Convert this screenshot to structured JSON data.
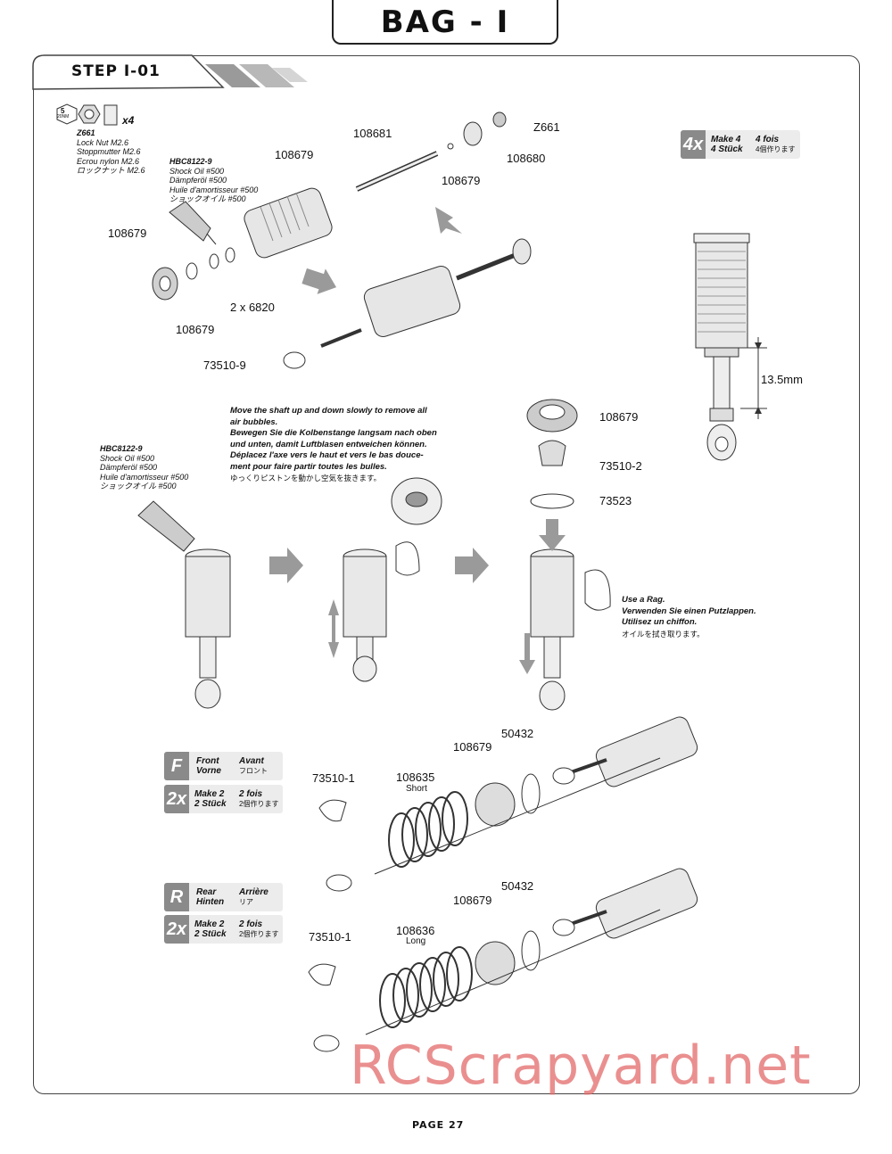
{
  "header": {
    "bag_title": "BAG - I",
    "step_title": "STEP I-01"
  },
  "hardware": {
    "nut_icon_label": "5",
    "nut_icon_sublabel": "20NM",
    "qty": "x4",
    "part": "Z661",
    "lines": [
      "Lock Nut M2.6",
      "Stoppmutter M2.6",
      "Ecrou nylon M2.6",
      "ロックナット M2.6"
    ]
  },
  "oil_top": {
    "part": "HBC8122-9",
    "lines": [
      "Shock Oil #500",
      "Dämpferöl #500",
      "Huile d'amortisseur #500",
      "ショックオイル #500"
    ]
  },
  "oil_mid": {
    "part": "HBC8122-9",
    "lines": [
      "Shock Oil #500",
      "Dämpferöl #500",
      "Huile d'amortisseur #500",
      "ショックオイル #500"
    ]
  },
  "make4": {
    "qty": "4x",
    "l1a": "Make 4",
    "l1b": "4 fois",
    "l2a": "4 Stück",
    "l2b": "4個作ります"
  },
  "front_badge": {
    "letter": "F",
    "l1a": "Front",
    "l1b": "Avant",
    "l2a": "Vorne",
    "l2b": "フロント"
  },
  "front_make": {
    "qty": "2x",
    "l1a": "Make 2",
    "l1b": "2 fois",
    "l2a": "2 Stück",
    "l2b": "2個作ります"
  },
  "rear_badge": {
    "letter": "R",
    "l1a": "Rear",
    "l1b": "Arrière",
    "l2a": "Hinten",
    "l2b": "リア"
  },
  "rear_make": {
    "qty": "2x",
    "l1a": "Make 2",
    "l1b": "2 fois",
    "l2a": "2 Stück",
    "l2b": "2個作ります"
  },
  "bleed_note": [
    "Move the shaft up and down slowly to remove all",
    "air bubbles.",
    "Bewegen Sie die Kolbenstange langsam nach oben",
    "und unten, damit Luftblasen entweichen können.",
    "Déplacez l'axe vers le haut et vers le bas douce-",
    "ment pour faire partir toutes les bulles.",
    "ゆっくりピストンを動かし空気を抜きます。"
  ],
  "rag_note": [
    "Use a Rag.",
    "Verwenden Sie einen Putzlappen.",
    "Utilisez un chiffon.",
    "オイルを拭き取ります。"
  ],
  "labels": {
    "p108681": "108681",
    "pZ661": "Z661",
    "p108680": "108680",
    "p108679_shaft": "108679",
    "p108679_body": "108679",
    "p108679_left": "108679",
    "p108679_bottom": "108679",
    "p6820": "2 x 6820",
    "p73510_9": "73510-9",
    "dim": "13.5mm",
    "p108679_cap": "108679",
    "p73510_2": "73510-2",
    "p73523": "73523",
    "f_73510_1": "73510-1",
    "f_108635": "108635",
    "f_short": "Short",
    "f_108679": "108679",
    "f_50432": "50432",
    "r_73510_1": "73510-1",
    "r_108636": "108636",
    "r_long": "Long",
    "r_108679": "108679",
    "r_50432": "50432"
  },
  "watermark": "RCScrapyard.net",
  "page_number": "PAGE 27",
  "colors": {
    "arrow_gray": "#9a9a9a",
    "badge_gray": "#8a8a8a",
    "watermark": "#e46a6a"
  }
}
